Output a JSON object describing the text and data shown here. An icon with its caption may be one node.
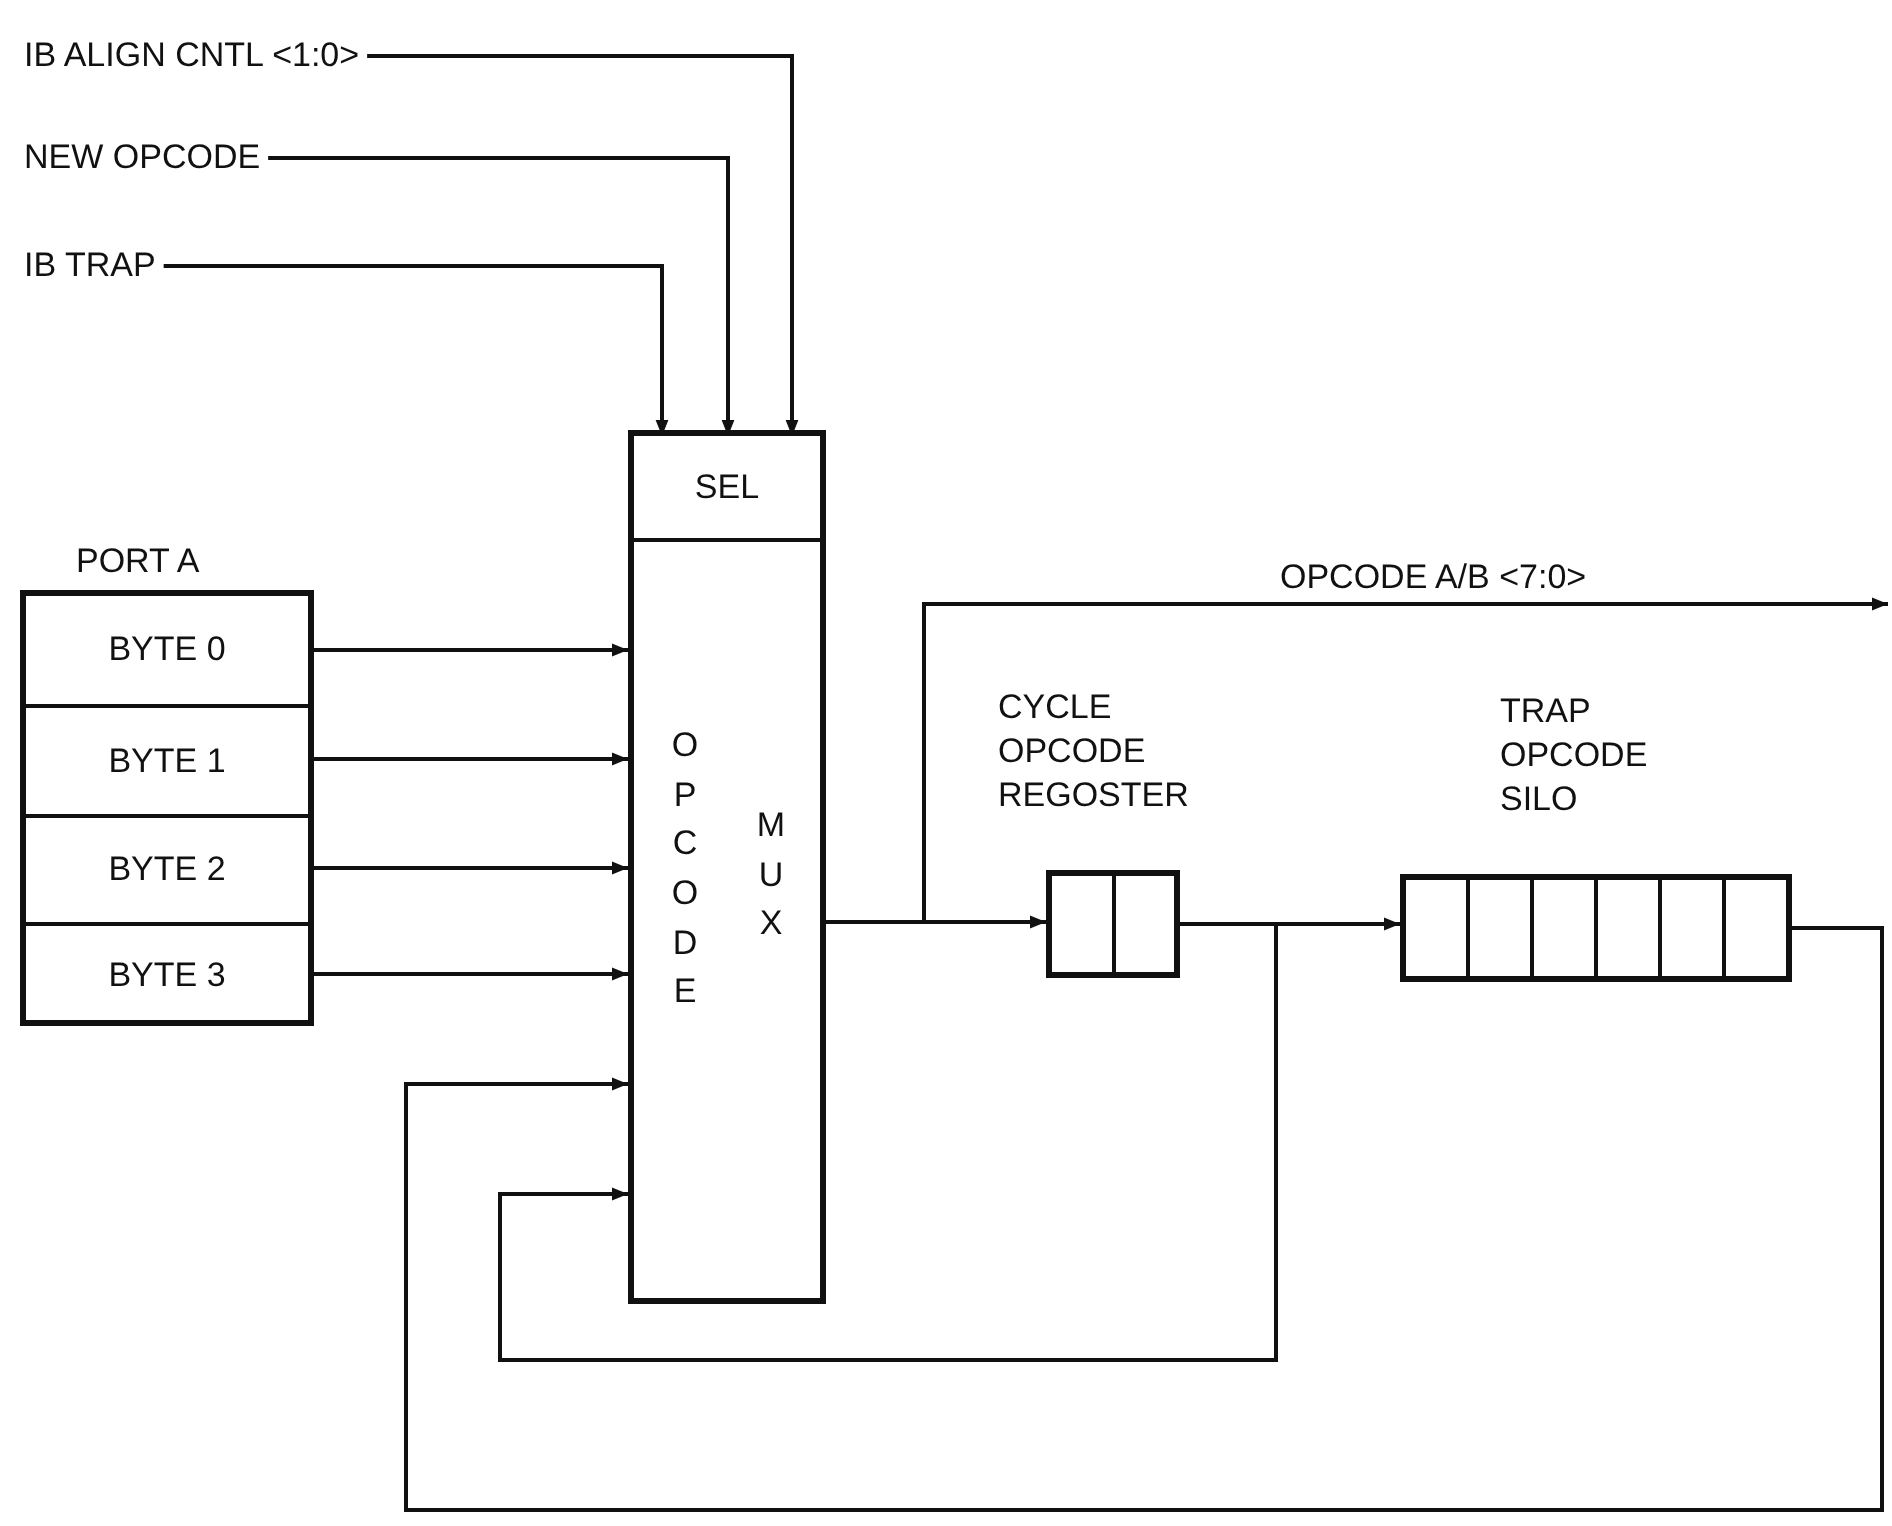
{
  "diagram": {
    "nodes": [
      {
        "text": [
          "IB ALIGN CNTL <1:0>"
        ]
      },
      {
        "text": [
          "NEW OPCODE"
        ]
      },
      {
        "text": [
          "IB TRAP"
        ]
      },
      {
        "text": [
          "OPCODE",
          "MUX"
        ]
      },
      {
        "text": [
          "SEL"
        ],
        "in": 3
      },
      {
        "text": [
          "PORT A"
        ]
      },
      {
        "text": [
          "BYTE 0"
        ],
        "in": 5
      },
      {
        "text": [
          "BYTE 1"
        ],
        "in": 5
      },
      {
        "text": [
          "BYTE 2"
        ],
        "in": 5
      },
      {
        "text": [
          "BYTE 3"
        ],
        "in": 5
      },
      {
        "text": [
          "CYCLE OPCODE REGOSTER"
        ]
      },
      {
        "text": [
          "TRAP OPCODE SILO"
        ]
      }
    ],
    "edges": [
      {
        "from": 0,
        "to": 4,
        "arrow": "to"
      },
      {
        "from": 1,
        "to": 4,
        "arrow": "to"
      },
      {
        "from": 2,
        "to": 4,
        "arrow": "to"
      },
      {
        "from": 6,
        "to": 3,
        "arrow": "to"
      },
      {
        "from": 7,
        "to": 3,
        "arrow": "to"
      },
      {
        "from": 8,
        "to": 3,
        "arrow": "to"
      },
      {
        "from": 9,
        "to": 3,
        "arrow": "to"
      },
      {
        "from": 3,
        "to": 10,
        "arrow": "to"
      },
      {
        "from": 3,
        "to": null,
        "arrow": "to",
        "label": "OPCODE A/B <7:0>"
      },
      {
        "from": 10,
        "to": 11,
        "arrow": "to"
      },
      {
        "from": 10,
        "to": 3,
        "arrow": "to"
      },
      {
        "from": 11,
        "to": 3,
        "arrow": "to"
      }
    ]
  }
}
